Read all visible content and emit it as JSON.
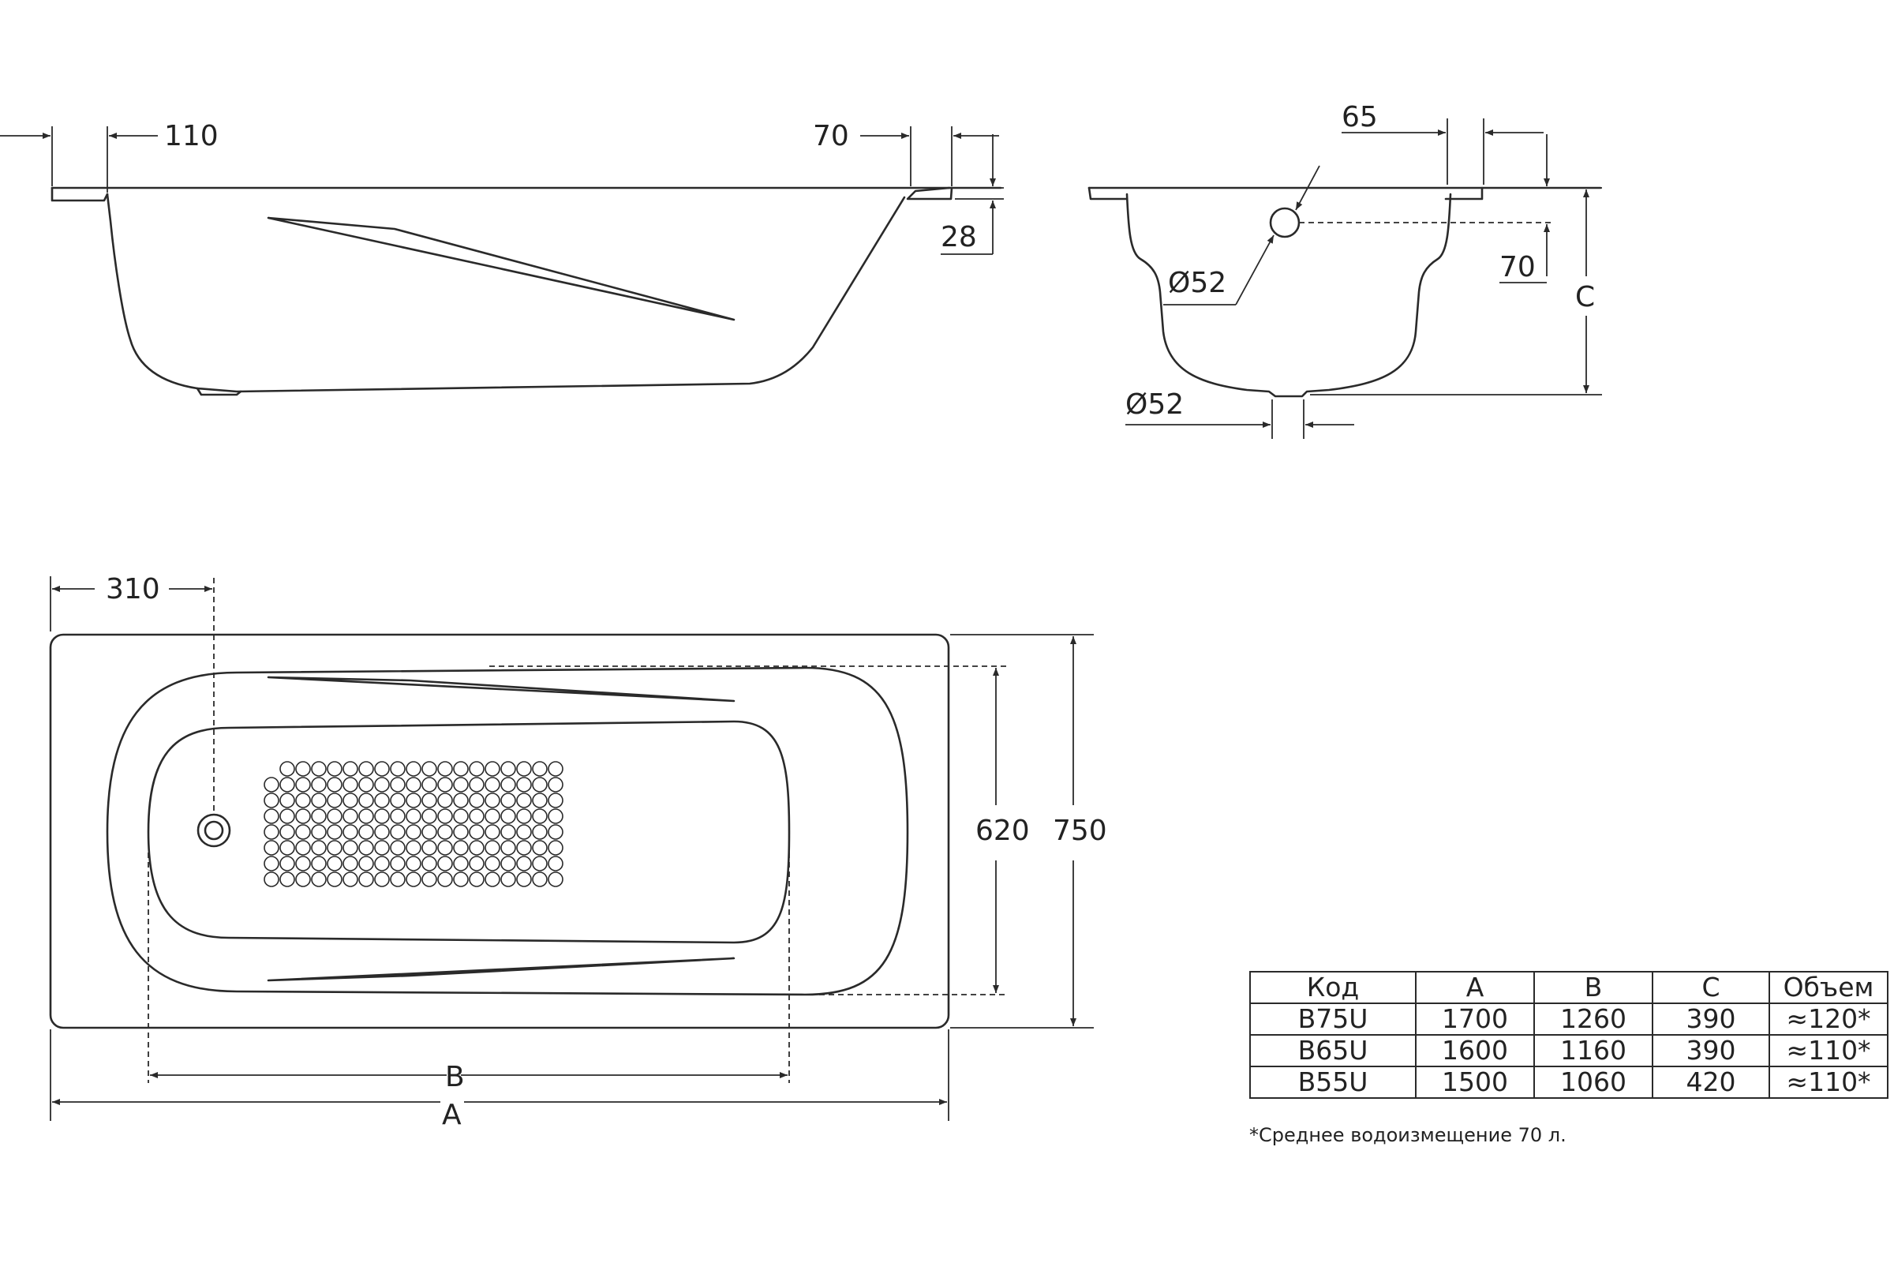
{
  "side_view": {
    "dim_overflow_offset": "110",
    "dim_end_rim": "70",
    "dim_rim_thickness": "28"
  },
  "end_view": {
    "dim_rim_width": "65",
    "dim_overflow_height": "70",
    "dim_depth": "C",
    "dim_overflow_diameter": "Ø52",
    "dim_drain_diameter": "Ø52"
  },
  "top_view": {
    "dim_drain_offset": "310",
    "dim_inner_width": "620",
    "dim_outer_width": "750",
    "dim_inner_length": "B",
    "dim_outer_length": "A"
  },
  "spec_table": {
    "headers": [
      "Код",
      "A",
      "B",
      "C",
      "Объем"
    ],
    "rows": [
      [
        "B75U",
        "1700",
        "1260",
        "390",
        "≈120*"
      ],
      [
        "B65U",
        "1600",
        "1160",
        "390",
        "≈110*"
      ],
      [
        "B55U",
        "1500",
        "1060",
        "420",
        "≈110*"
      ]
    ]
  },
  "footnote": "*Среднее водоизмещение 70 л."
}
